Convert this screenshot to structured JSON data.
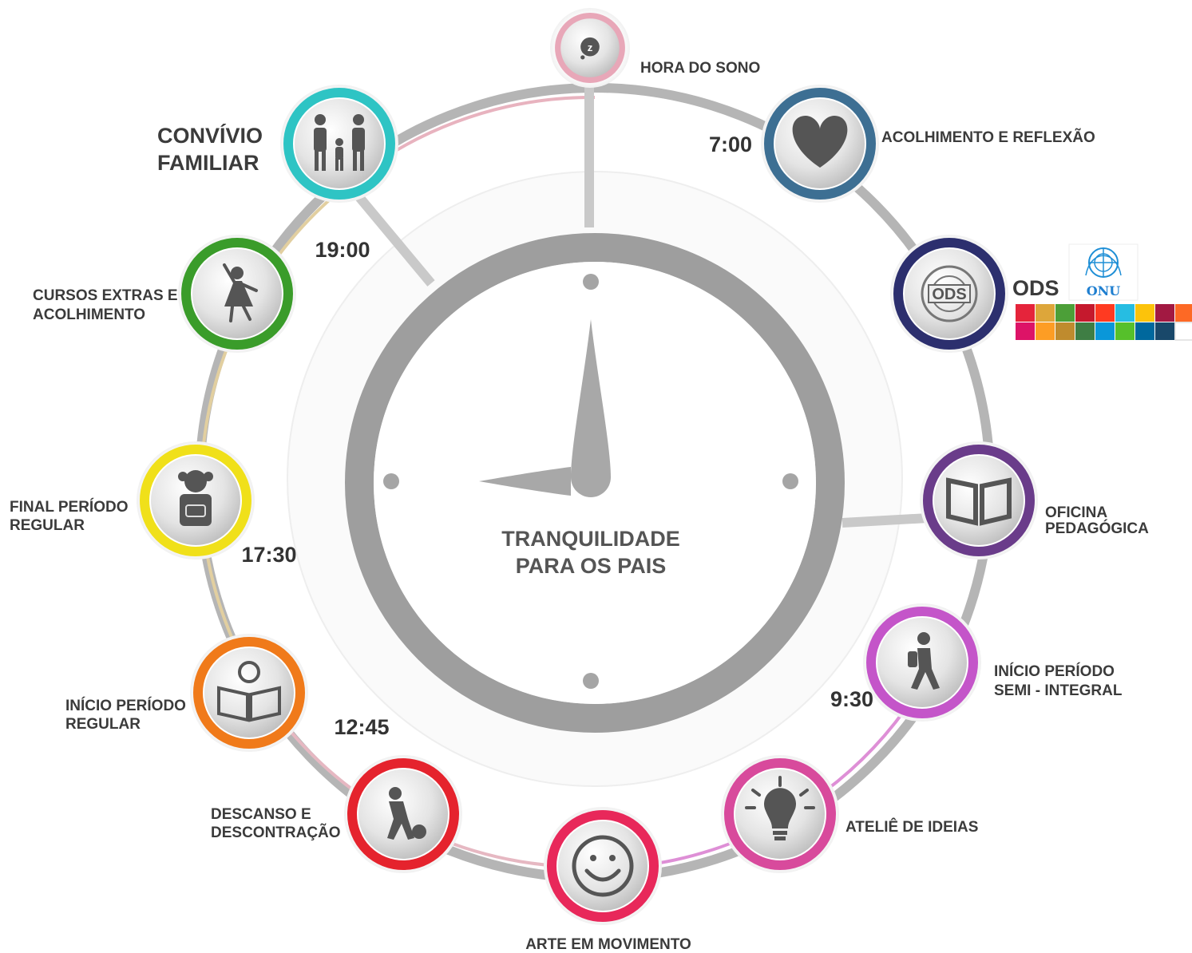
{
  "center": {
    "line1": "TRANQUILIDADE",
    "line2": "PARA OS PAIS"
  },
  "stations": [
    {
      "id": "sono",
      "label": [
        "HORA DO SONO"
      ],
      "icon": "sleep-zzz-icon",
      "color": "#e8a7b8"
    },
    {
      "id": "acolhimento",
      "label": [
        "ACOLHIMENTO E REFLEXÃO"
      ],
      "icon": "heart-icon",
      "color": "#3d6f93"
    },
    {
      "id": "ods",
      "label": [
        "ODS"
      ],
      "icon": "ods-emblem-icon",
      "color": "#2c2f6e"
    },
    {
      "id": "oficina",
      "label": [
        "OFICINA",
        "PEDAGÓGICA"
      ],
      "icon": "open-book-icon",
      "color": "#6a3c8a"
    },
    {
      "id": "semi",
      "label": [
        "INÍCIO PERÍODO",
        "SEMI - INTEGRAL"
      ],
      "icon": "walking-student-icon",
      "color": "#c455c9"
    },
    {
      "id": "atelie",
      "label": [
        "ATELIÊ DE IDEIAS"
      ],
      "icon": "lightbulb-icon",
      "color": "#d84a9c"
    },
    {
      "id": "arte",
      "label": [
        "ARTE EM MOVIMENTO"
      ],
      "icon": "smiley-icon",
      "color": "#e8285a"
    },
    {
      "id": "descanso",
      "label": [
        "DESCANSO E",
        "DESCONTRAÇÃO"
      ],
      "icon": "child-ball-icon",
      "color": "#e5232d"
    },
    {
      "id": "regular",
      "label": [
        "INÍCIO PERÍODO",
        "REGULAR"
      ],
      "icon": "reading-child-icon",
      "color": "#f07a1a"
    },
    {
      "id": "final",
      "label": [
        "FINAL PERÍODO",
        "REGULAR"
      ],
      "icon": "backpack-girl-icon",
      "color": "#f0e01a"
    },
    {
      "id": "cursos",
      "label": [
        "CURSOS EXTRAS E",
        "ACOLHIMENTO"
      ],
      "icon": "dancing-girl-icon",
      "color": "#3a9c2a"
    },
    {
      "id": "convivio",
      "label": [
        "CONVÍVIO",
        "FAMILIAR"
      ],
      "icon": "family-icon",
      "color": "#2ec4c4"
    }
  ],
  "times": [
    "7:00",
    "9:30",
    "12:45",
    "17:30",
    "19:00"
  ],
  "onu": {
    "label": "ONU",
    "icon": "un-emblem-icon"
  },
  "sdg_colors": [
    "#e5243b",
    "#dda63a",
    "#4c9f38",
    "#c5192d",
    "#ff3a21",
    "#26bde2",
    "#fcc30b",
    "#a21942",
    "#fd6925",
    "#dd1367",
    "#fd9d24",
    "#bf8b2e",
    "#3f7e44",
    "#0a97d9",
    "#56c02b",
    "#00689d",
    "#19486a",
    "#ffffff"
  ],
  "colors": {
    "ring": "#b5b5b5",
    "clock": "#9e9e9e",
    "hands": "#a8a8a8"
  }
}
